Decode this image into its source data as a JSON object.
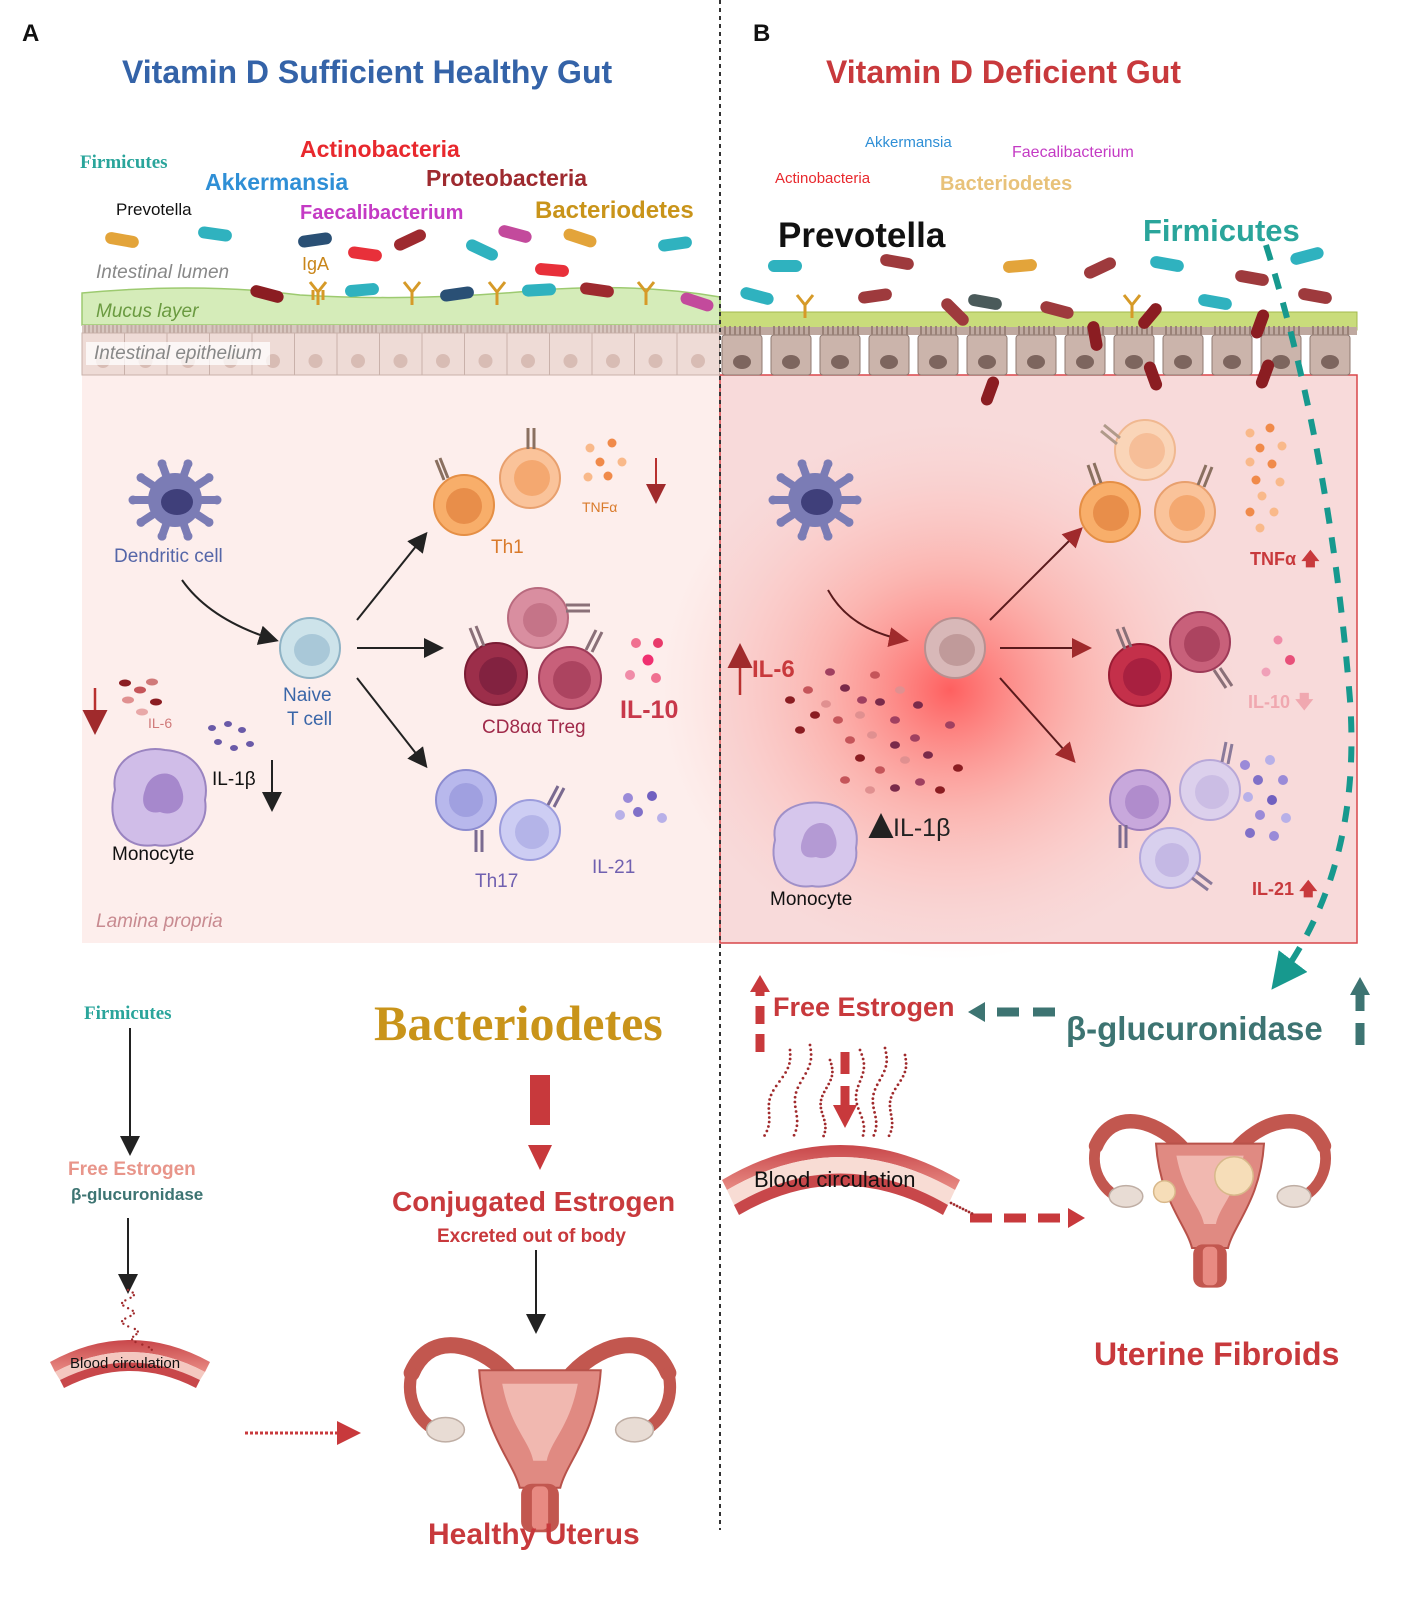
{
  "panels": {
    "a": {
      "letter": "A",
      "title": "Vitamin D Sufficient Healthy Gut",
      "bacteria": {
        "firmicutes": "Firmicutes",
        "akkermansia": "Akkermansia",
        "actinobacteria": "Actinobacteria",
        "proteobacteria": "Proteobacteria",
        "prevotella": "Prevotella",
        "faecalibacterium": "Faecalibacterium",
        "bacteriodetes": "Bacteriodetes"
      },
      "layers": {
        "lumen": "Intestinal lumen",
        "iga": "IgA",
        "mucus": "Mucus layer",
        "epithelium": "Intestinal epithelium",
        "lamina": "Lamina propria"
      },
      "cells": {
        "dendritic": "Dendritic cell",
        "naive_line1": "Naive",
        "naive_line2": "T cell",
        "th1": "Th1",
        "treg": "CD8αα Treg",
        "th17": "Th17",
        "monocyte": "Monocyte"
      },
      "cytokines": {
        "tnfa": "TNFα",
        "il10": "IL-10",
        "il21": "IL-21",
        "il6": "IL-6",
        "il1b": "IL-1β"
      },
      "pathway": {
        "firmicutes": "Firmicutes",
        "free_estrogen": "Free Estrogen",
        "glucuronidase": "β-glucuronidase",
        "blood": "Blood circulation",
        "bacteriodetes": "Bacteriodetes",
        "conjugated": "Conjugated  Estrogen",
        "excreted": "Excreted out of body",
        "outcome": "Healthy Uterus"
      }
    },
    "b": {
      "letter": "B",
      "title": "Vitamin D Deficient Gut",
      "bacteria": {
        "akkermansia": "Akkermansia",
        "faecalibacterium": "Faecalibacterium",
        "actinobacteria": "Actinobacteria",
        "bacteriodetes": "Bacteriodetes",
        "prevotella": "Prevotella",
        "firmicutes": "Firmicutes"
      },
      "cytokines": {
        "tnfa": "TNFα",
        "il6": "IL-6",
        "il10": "IL-10",
        "il1b": "IL-1β",
        "il21": "IL-21"
      },
      "cells": {
        "monocyte": "Monocyte"
      },
      "pathway": {
        "free_estrogen": "Free Estrogen",
        "glucuronidase": "β-glucuronidase",
        "blood": "Blood circulation",
        "outcome": "Uterine Fibroids"
      }
    }
  },
  "colors": {
    "title_a": "#3463a8",
    "title_b": "#c8393c",
    "firmicutes": "#2aa59b",
    "akkermansia": "#2f8fd6",
    "actinobacteria": "#e8282d",
    "proteobacteria": "#9e2a2f",
    "faecalibacterium": "#c43ac4",
    "bacteriodetes": "#c9941a",
    "red_text": "#c8393c",
    "teal_dark": "#3d7472",
    "arrow_teal": "#17998e"
  },
  "icons": [
    "bacteria-rod-icon",
    "antibody-icon",
    "dendritic-cell-icon",
    "t-cell-icon",
    "monocyte-icon",
    "uterus-icon",
    "blood-vessel-icon",
    "arrow-up-icon",
    "arrow-down-icon"
  ]
}
